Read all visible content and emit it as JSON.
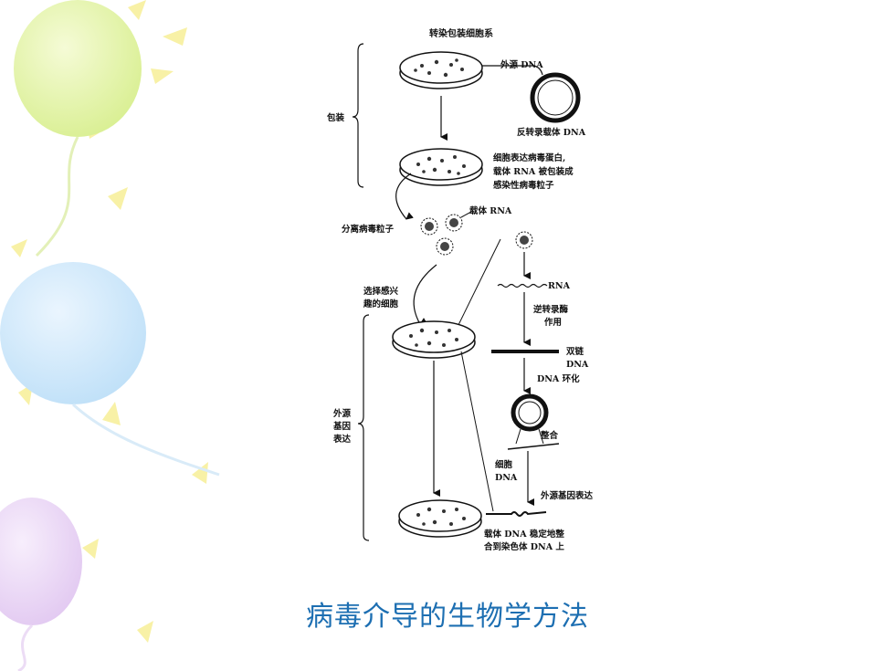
{
  "diagram": {
    "top_title": "转染包装细胞系",
    "exogenous_dna": "外源 DNA",
    "retro_vector_dna": "反转录载体 DNA",
    "packaging_bracket": "包装",
    "cell_expresses": [
      "细胞表达病毒蛋白,",
      "载体 RNA 被包装成",
      "感染性病毒粒子"
    ],
    "vector_rna": "载体 RNA",
    "isolate_virus": "分离病毒粒子",
    "select_cells": [
      "选择感兴",
      "趣的细胞"
    ],
    "rna": "RNA",
    "reverse_transcriptase": [
      "逆转录酶",
      "作用"
    ],
    "ds_dna": [
      "双链",
      "DNA"
    ],
    "dna_circularize": "DNA 环化",
    "integrate": "整合",
    "cell_dna": [
      "细胞",
      "DNA"
    ],
    "foreign_gene_bracket": [
      "外源",
      "基因",
      "表达"
    ],
    "foreign_gene_expression": "外源基因表达",
    "stable_integration": [
      "载体 DNA 稳定地整",
      "合到染色体 DNA 上"
    ]
  },
  "caption": "病毒介导的生物学方法",
  "colors": {
    "caption": "#1d6fb2",
    "balloon_green": "#e3f3a6",
    "balloon_blue": "#cfe8fb",
    "balloon_purple": "#ecd8f6",
    "sun_rays": "#f7ef9c"
  }
}
